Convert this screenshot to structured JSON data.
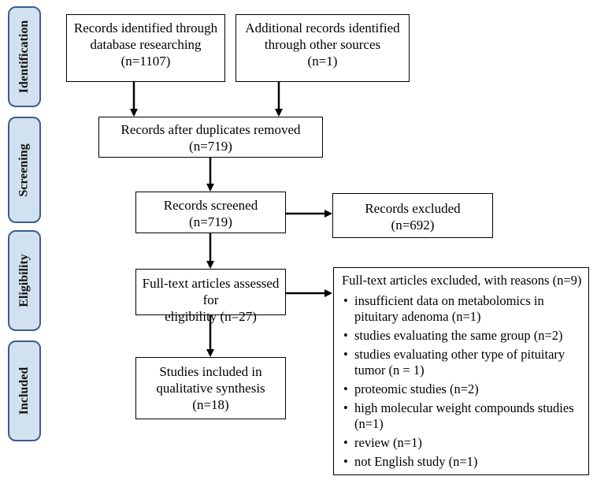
{
  "phases": [
    {
      "label": "Identification"
    },
    {
      "label": "Screening"
    },
    {
      "label": "Eligibility"
    },
    {
      "label": "Included"
    }
  ],
  "boxes": {
    "identified_db": {
      "lines": [
        "Records identified through",
        "database researching",
        "(n=1107)"
      ]
    },
    "identified_other": {
      "lines": [
        "Additional records identified",
        "through other sources",
        "(n=1)"
      ]
    },
    "after_duplicates": {
      "lines": [
        "Records after duplicates removed",
        "(n=719)"
      ]
    },
    "screened": {
      "lines": [
        "Records screened",
        "(n=719)"
      ]
    },
    "excluded": {
      "lines": [
        "Records excluded",
        "(n=692)"
      ]
    },
    "fulltext_assessed": {
      "lines": [
        "Full-text articles assessed for",
        "eligibility (n=27)"
      ]
    },
    "included": {
      "lines": [
        "Studies included in",
        "qualitative synthesis",
        "(n=18)"
      ]
    }
  },
  "fulltext_excluded": {
    "title": "Full-text articles excluded, with reasons (n=9)",
    "reasons": [
      "insufficient data on metabolomics in pituitary adenoma (n=1)",
      "studies evaluating the same group (n=2)",
      "studies evaluating other type of pituitary tumor  (n = 1)",
      "proteomic studies (n=2)",
      "high molecular weight compounds studies (n=1)",
      "review (n=1)",
      "not English study (n=1)"
    ]
  }
}
